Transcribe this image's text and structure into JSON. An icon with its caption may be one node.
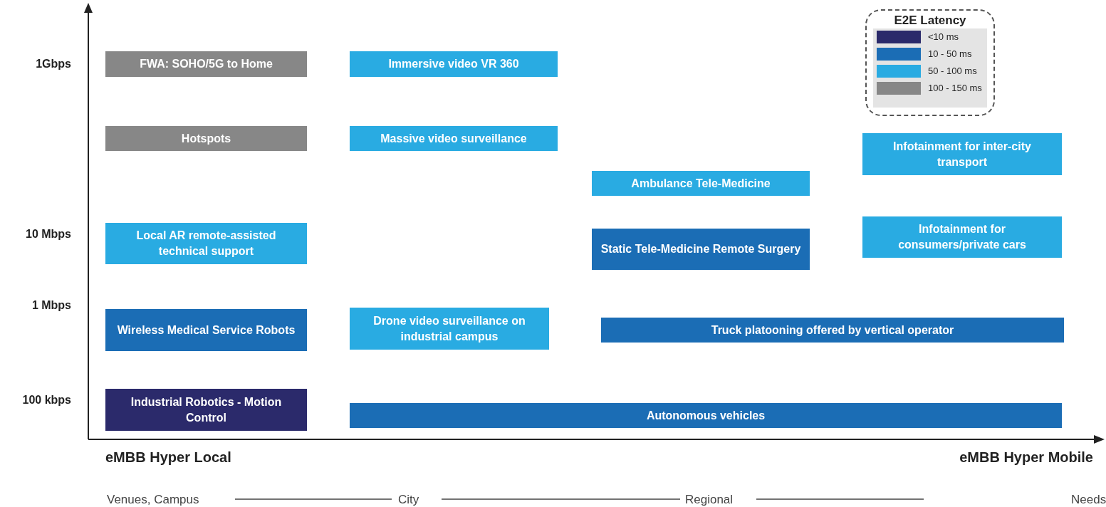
{
  "diagram": {
    "nodes": [
      {
        "text": [
          "FWA: SOHO/5G to Home"
        ]
      },
      {
        "text": [
          "Immersive video VR 360"
        ]
      },
      {
        "text": [
          "Hotspots"
        ]
      },
      {
        "text": [
          "Massive video surveillance"
        ]
      },
      {
        "text": [
          "Infotainment for inter-city transport"
        ]
      },
      {
        "text": [
          "Ambulance Tele-Medicine"
        ]
      },
      {
        "text": [
          "Local AR remote-assisted technical support"
        ]
      },
      {
        "text": [
          "Infotainment for consumers/private cars"
        ]
      },
      {
        "text": [
          "Static Tele-Medicine Remote Surgery"
        ]
      },
      {
        "text": [
          "Wireless Medical Service Robots"
        ]
      },
      {
        "text": [
          "Drone video surveillance on industrial campus"
        ]
      },
      {
        "text": [
          "Truck platooning offered by vertical operator"
        ]
      },
      {
        "text": [
          "Industrial Robotics - Motion Control"
        ]
      },
      {
        "text": [
          "Autonomous vehicles"
        ]
      }
    ],
    "edges": [],
    "labels": [
      "E2E Latency",
      "1Gbps",
      "10 Mbps",
      "1 Mbps",
      "100 kbps",
      "eMBB Hyper Local",
      "eMBB Hyper Mobile",
      "Venues, Campus",
      "City",
      "Regional",
      "Needs"
    ],
    "legend": [
      {
        "text": "<10 ms",
        "color": "#2b2a6b"
      },
      {
        "text": "10 - 50 ms",
        "color": "#1b6db5"
      },
      {
        "text": "50 - 100 ms",
        "color": "#29abe2"
      },
      {
        "text": "100 - 150 ms",
        "color": "#878787"
      }
    ]
  }
}
